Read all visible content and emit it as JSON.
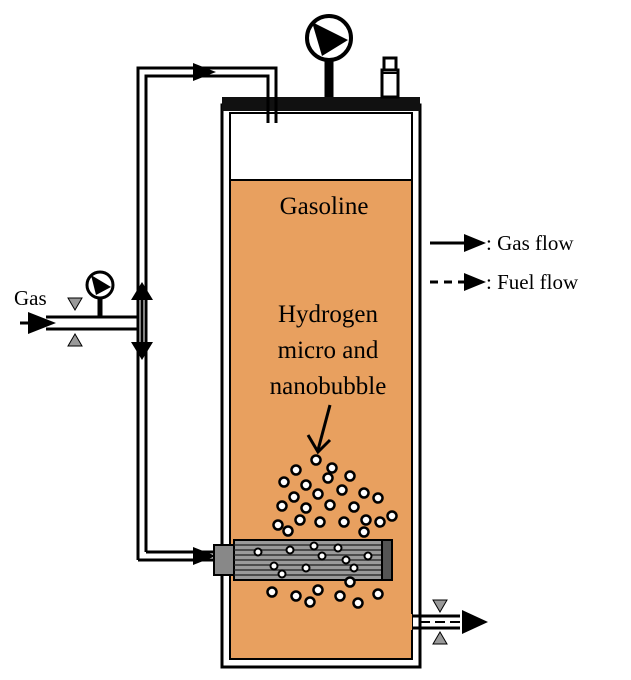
{
  "labels": {
    "gasoline": "Gasoline",
    "hydrogen_lines": [
      "Hydrogen",
      "micro and",
      "nanobubble"
    ],
    "gas_inlet": "Gas"
  },
  "legend": {
    "gas_flow": ": Gas flow",
    "fuel_flow": ": Fuel flow"
  },
  "colors": {
    "fuel": "#E8A05F",
    "outline": "#000000",
    "tank_wall": "#ffffff",
    "diffuser": "#9a9a9a",
    "cap": "#111111"
  },
  "icons": {
    "pressure_gauge": "pressure-gauge-icon",
    "valve": "valve-icon",
    "arrow": "arrow-icon"
  }
}
